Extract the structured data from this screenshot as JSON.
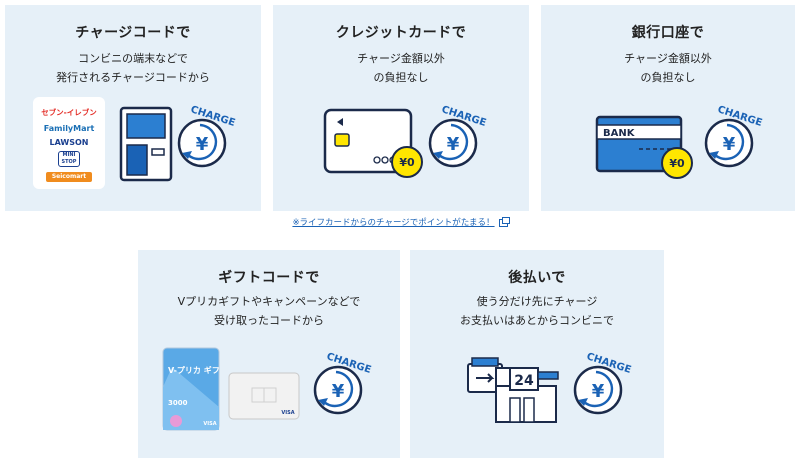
{
  "cards": [
    {
      "title": "チャージコードで",
      "desc": [
        "コンビニの端末などで",
        "発行されるチャージコードから"
      ],
      "stores": [
        "セブン-イレブン",
        "FamilyMart",
        "LAWSON",
        "MINI STOP",
        "Seicomart"
      ]
    },
    {
      "title": "クレジットカードで",
      "desc": [
        "チャージ金額以外",
        "の負担なし"
      ]
    },
    {
      "title": "銀行口座で",
      "desc": [
        "チャージ金額以外",
        "の負担なし"
      ],
      "bank_label": "BANK"
    },
    {
      "title": "ギフトコードで",
      "desc": [
        "Vプリカギフトやキャンペーンなどで",
        "受け取ったコードから"
      ],
      "gift_card_title": "V-プリカ ギフト",
      "gift_card_amount": "3000",
      "gift_card_brand": "VISA"
    },
    {
      "title": "後払いで",
      "desc": [
        "使う分だけ先にチャージ",
        "お支払いはあとからコンビニで"
      ],
      "store_sign": "24"
    }
  ],
  "charge_label": "CHARGE",
  "yen_symbol": "¥",
  "zero_badge": "¥0",
  "note": "※ライフカードからのチャージでポイントがたまる！",
  "colors": {
    "card_bg": "#e6f0f8",
    "accent_blue": "#1a62b5",
    "yellow": "#ffe600"
  }
}
